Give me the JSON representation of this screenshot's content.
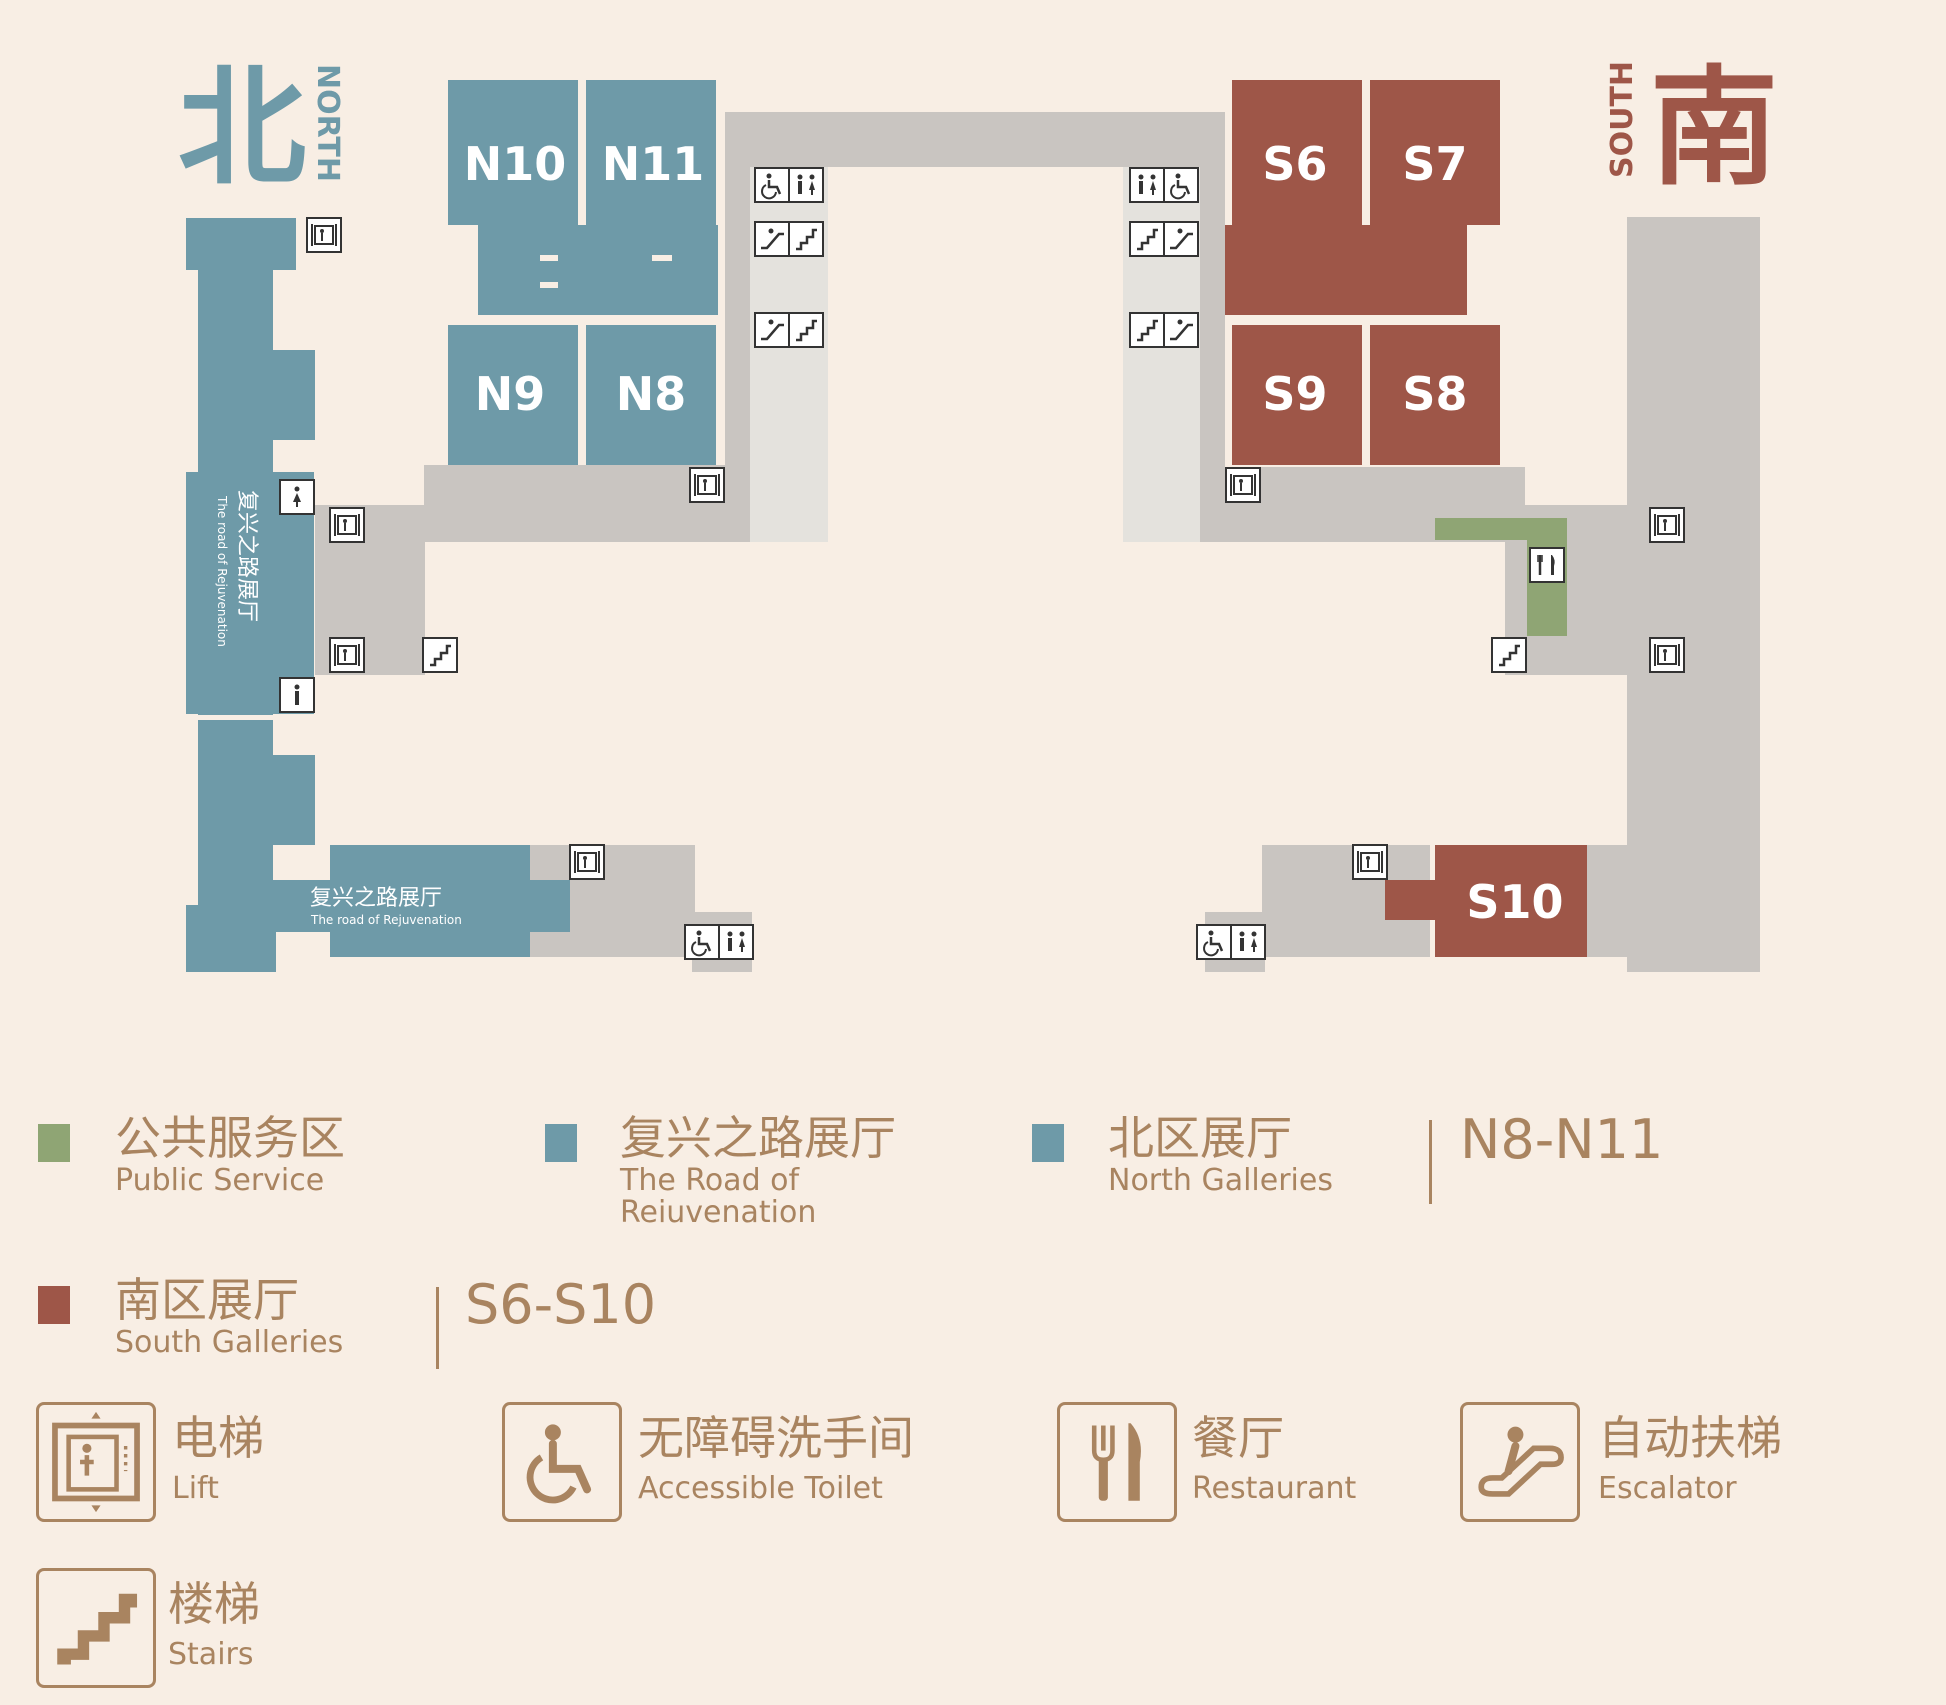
{
  "compass": {
    "north_cn": "北",
    "north_en": "NORTH",
    "south_cn": "南",
    "south_en": "SOUTH"
  },
  "rooms": {
    "n10": "N10",
    "n11": "N11",
    "n9": "N9",
    "n8": "N8",
    "s6": "S6",
    "s7": "S7",
    "s9": "S9",
    "s8": "S8",
    "s10": "S10"
  },
  "rejuvenation_hall": {
    "cn": "复兴之路展厅",
    "en": "The road of Rejuvenation"
  },
  "legend": {
    "public_service": {
      "cn": "公共服务区",
      "en": "Public Service",
      "color": "#8fa574"
    },
    "road": {
      "cn": "复兴之路展厅",
      "en_line1": "The Road of",
      "en_line2": "Reiuvenation",
      "color": "#6e9aa8"
    },
    "north": {
      "cn": "北区展厅",
      "en": "North Galleries",
      "range": "N8-N11",
      "color": "#6e9aa8"
    },
    "south": {
      "cn": "南区展厅",
      "en": "South Galleries",
      "range": "S6-S10",
      "color": "#9e5648"
    },
    "lift": {
      "cn": "电梯",
      "en": "Lift",
      "icon": "lift-icon"
    },
    "accessible_toilet": {
      "cn": "无障碍洗手间",
      "en": "Accessible Toilet",
      "icon": "wheelchair-icon"
    },
    "restaurant": {
      "cn": "餐厅",
      "en": "Restaurant",
      "icon": "fork-knife-icon"
    },
    "escalator": {
      "cn": "自动扶梯",
      "en": "Escalator",
      "icon": "escalator-icon"
    },
    "stairs": {
      "cn": "楼梯",
      "en": "Stairs",
      "icon": "stairs-icon"
    }
  },
  "colors": {
    "background": "#f8eee4",
    "corridor": "#c9c5c1",
    "corridor_light": "#e4e2dd",
    "north_blue": "#6e9aa8",
    "south_red": "#9e5648",
    "public_green": "#8fa574",
    "legend_text": "#a98460"
  }
}
